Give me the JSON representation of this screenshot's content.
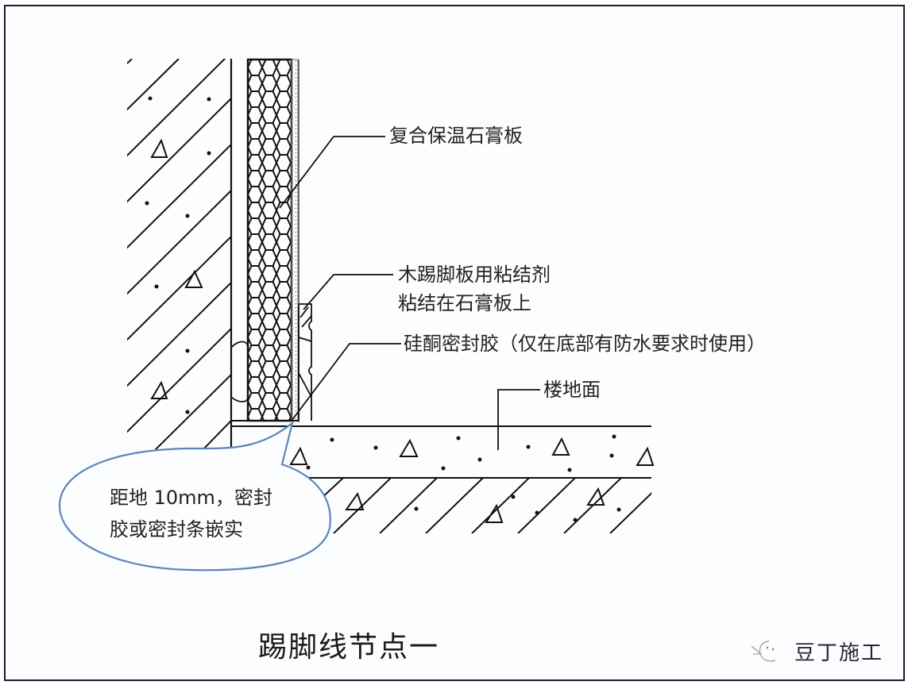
{
  "diagram": {
    "title": "踢脚线节点一",
    "labels": {
      "gypsum_board": "复合保温石膏板",
      "adhesive_line1": "木踢脚板用粘结剂",
      "adhesive_line2": "粘结在石膏板上",
      "sealant": "硅酮密封胶（仅在底部有防水要求时使用）",
      "floor": "楼地面"
    },
    "callout": {
      "line1": "距地 10mm，密封",
      "line2": "胶或密封条嵌实",
      "border_color": "#5b87b5"
    },
    "watermark": {
      "icon": "wechat-logo-icon",
      "text": "豆丁施工"
    },
    "colors": {
      "line": "#111111",
      "frame": "#1e1a2e",
      "background": "#fbfdff"
    }
  }
}
